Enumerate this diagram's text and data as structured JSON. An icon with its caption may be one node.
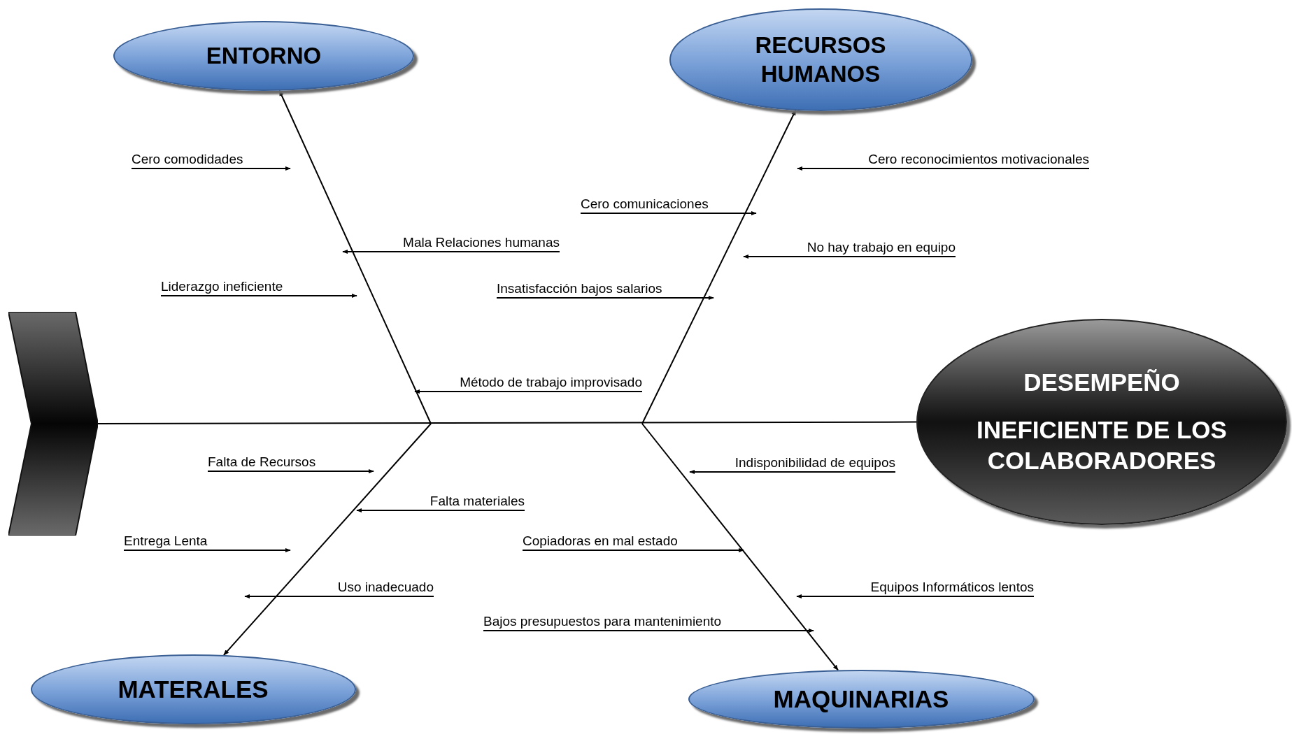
{
  "diagram": {
    "nodes": [
      {
        "text": [
          "ENTORNO"
        ]
      },
      {
        "text": [
          "RECURSOS HUMANOS"
        ]
      },
      {
        "text": [],
        "shape": "chevron"
      },
      {
        "text": [
          "DESEMPEÑO",
          "INEFICIENTE DE LOS COLABORADORES"
        ]
      },
      {
        "text": [
          "MATERALES"
        ]
      },
      {
        "text": [
          "MAQUINARIAS"
        ]
      },
      {
        "text": [
          "Cero comodidades"
        ]
      },
      {
        "text": [
          "Cero reconocimientos motivacionales"
        ]
      },
      {
        "text": [
          "Cero comunicaciones"
        ]
      },
      {
        "text": [
          "Mala Relaciones humanas"
        ]
      },
      {
        "text": [
          "No hay trabajo en equipo"
        ]
      },
      {
        "text": [
          "Liderazgo ineficiente"
        ]
      },
      {
        "text": [
          "Insatisfacción bajos salarios"
        ]
      },
      {
        "text": [
          "Método de trabajo improvisado"
        ]
      },
      {
        "text": [
          "Falta de Recursos"
        ]
      },
      {
        "text": [
          "Indisponibilidad de equipos"
        ]
      },
      {
        "text": [
          "Falta materiales"
        ]
      },
      {
        "text": [
          "Entrega Lenta"
        ]
      },
      {
        "text": [
          "Copiadoras en mal estado"
        ]
      },
      {
        "text": [
          "Uso inadecuado"
        ]
      },
      {
        "text": [
          "Equipos Informáticos lentos"
        ]
      },
      {
        "text": [
          "Bajos presupuestos para mantenimiento"
        ]
      }
    ],
    "edges": [
      {
        "from": 2,
        "to": 3,
        "arrow": "none"
      },
      {
        "from": null,
        "to": 0,
        "arrow": "to"
      },
      {
        "from": null,
        "to": 1,
        "arrow": "to"
      },
      {
        "from": null,
        "to": 4,
        "arrow": "to"
      },
      {
        "from": null,
        "to": 5,
        "arrow": "to"
      },
      {
        "from": 6,
        "to": null,
        "arrow": "to"
      },
      {
        "from": 7,
        "to": null,
        "arrow": "to"
      },
      {
        "from": 8,
        "to": null,
        "arrow": "to"
      },
      {
        "from": 9,
        "to": null,
        "arrow": "to"
      },
      {
        "from": 10,
        "to": null,
        "arrow": "to"
      },
      {
        "from": 11,
        "to": null,
        "arrow": "to"
      },
      {
        "from": 12,
        "to": null,
        "arrow": "to"
      },
      {
        "from": 13,
        "to": null,
        "arrow": "to"
      },
      {
        "from": 14,
        "to": null,
        "arrow": "to"
      },
      {
        "from": 15,
        "to": null,
        "arrow": "to"
      },
      {
        "from": 16,
        "to": null,
        "arrow": "to"
      },
      {
        "from": 17,
        "to": null,
        "arrow": "to"
      },
      {
        "from": 18,
        "to": null,
        "arrow": "to"
      },
      {
        "from": 19,
        "to": null,
        "arrow": "to"
      },
      {
        "from": 20,
        "to": null,
        "arrow": "to"
      },
      {
        "from": 21,
        "to": null,
        "arrow": "to"
      }
    ]
  }
}
